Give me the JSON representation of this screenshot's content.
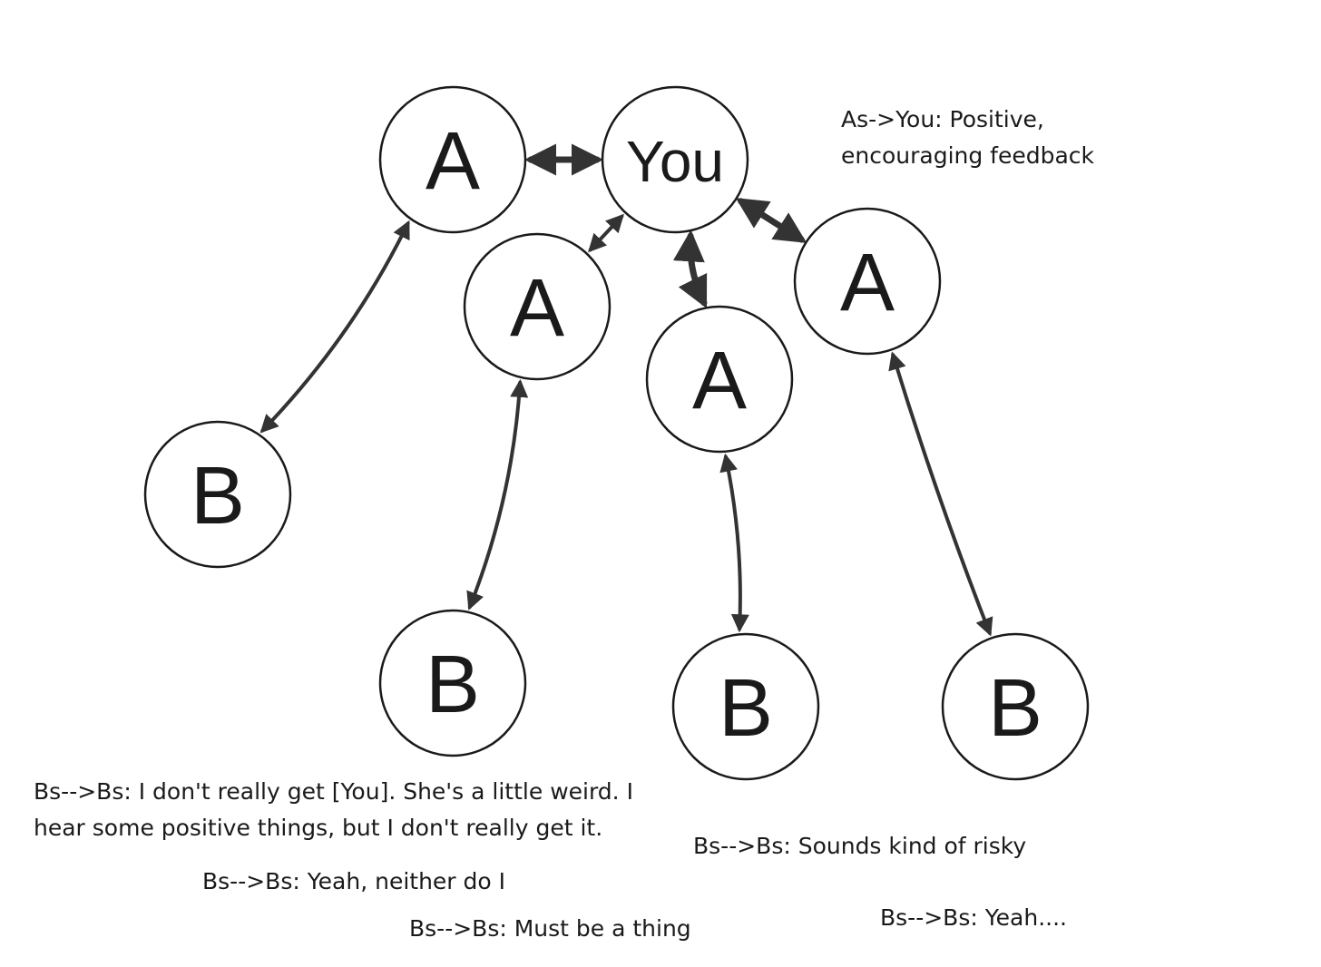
{
  "nodes": [
    {
      "id": "you",
      "label": "You"
    },
    {
      "id": "a1",
      "label": "A"
    },
    {
      "id": "a2",
      "label": "A"
    },
    {
      "id": "a3",
      "label": "A"
    },
    {
      "id": "a4",
      "label": "A"
    },
    {
      "id": "b1",
      "label": "B"
    },
    {
      "id": "b2",
      "label": "B"
    },
    {
      "id": "b3",
      "label": "B"
    },
    {
      "id": "b4",
      "label": "B"
    }
  ],
  "edges": [
    {
      "from": "a1",
      "to": "you",
      "bidirectional": true
    },
    {
      "from": "a2",
      "to": "you",
      "bidirectional": true
    },
    {
      "from": "a3",
      "to": "you",
      "bidirectional": true
    },
    {
      "from": "a4",
      "to": "you",
      "bidirectional": true
    },
    {
      "from": "a1",
      "to": "b1",
      "bidirectional": true
    },
    {
      "from": "a2",
      "to": "b2",
      "bidirectional": true
    },
    {
      "from": "a3",
      "to": "b3",
      "bidirectional": true
    },
    {
      "from": "a4",
      "to": "b4",
      "bidirectional": true
    }
  ],
  "annotations": {
    "as_you": [
      "As->You: Positive,",
      "encouraging feedback"
    ],
    "bs_weird": [
      "Bs-->Bs: I don't really get [You]. She's a little weird. I",
      "hear some positive things, but I don't really get it."
    ],
    "bs_neither": "Bs-->Bs: Yeah, neither do I",
    "bs_thing": "Bs-->Bs: Must be a thing",
    "bs_risky": "Bs-->Bs: Sounds kind of risky",
    "bs_yeah": "Bs-->Bs: Yeah...."
  },
  "colors": {
    "stroke": "#1a1a1a",
    "arrow": "#333333",
    "background": "#ffffff"
  }
}
